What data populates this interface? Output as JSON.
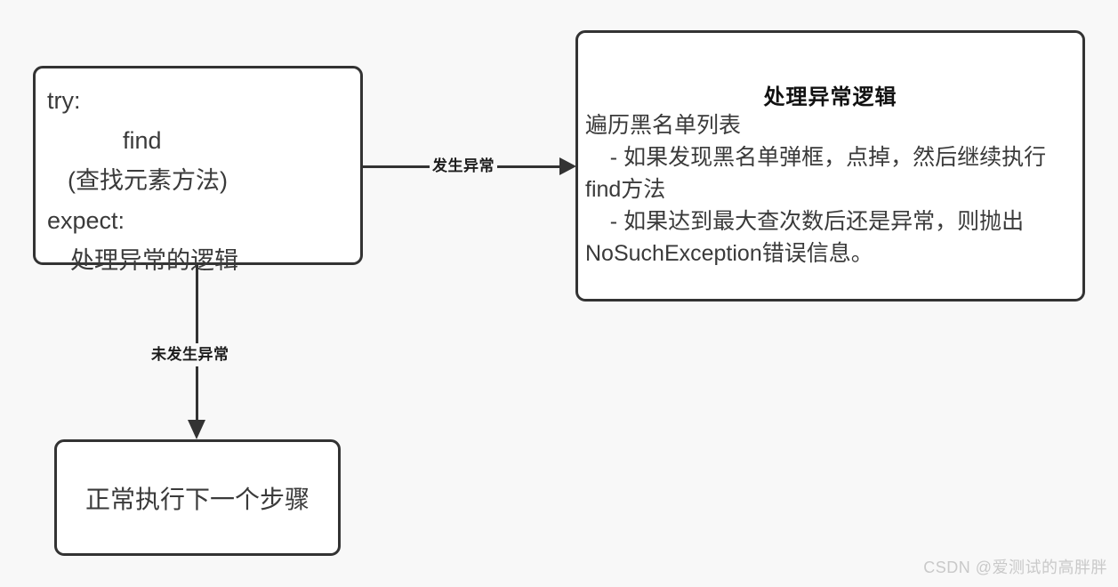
{
  "diagram": {
    "background_color": "#f8f8f8",
    "node_border_color": "#333333",
    "node_fill_color": "#ffffff",
    "text_color": "#3a3a3a"
  },
  "try_box": {
    "lines": [
      "try:",
      "find",
      "(查找元素方法)",
      "expect:",
      "处理异常的逻辑"
    ]
  },
  "exception_box": {
    "title": "处理异常逻辑",
    "body": "遍历黑名单列表\n    - 如果发现黑名单弹框，点掉，然后继续执行find方法\n    - 如果达到最大查次数后还是异常，则抛出NoSuchException错误信息。"
  },
  "normal_box": {
    "label": "正常执行下一个步骤"
  },
  "edges": {
    "to_exception_label": "发生异常",
    "to_normal_label": "未发生异常"
  },
  "watermark": {
    "text": "CSDN @爱测试的高胖胖",
    "color": "#c9c9c9"
  }
}
